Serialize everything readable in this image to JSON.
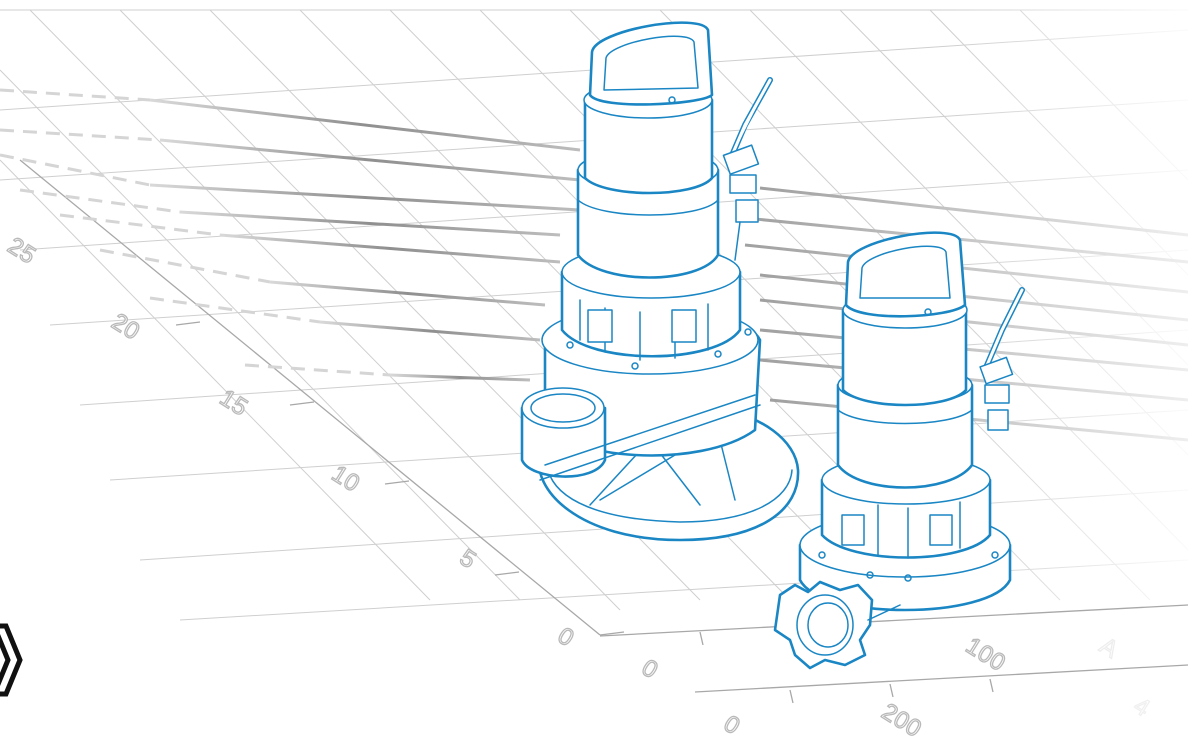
{
  "scene": {
    "accent_color": "#1a86c4",
    "grid_color": "#cfcfcf",
    "curve_color": "#8a8a8a"
  },
  "vertical_axis": {
    "tick_labels": [
      "0",
      "5",
      "10",
      "15",
      "20",
      "25"
    ]
  },
  "horizontal_axis": {
    "near_tick_labels": [
      "0",
      "100",
      "A"
    ],
    "far_tick_labels": [
      "0",
      "200",
      "4"
    ]
  },
  "objects": {
    "large_pump": {
      "icon": "submersible-pump-with-base-stand"
    },
    "small_pump": {
      "icon": "submersible-pump-with-flange"
    }
  },
  "nav": {
    "icon": "chevron-right-icon"
  }
}
